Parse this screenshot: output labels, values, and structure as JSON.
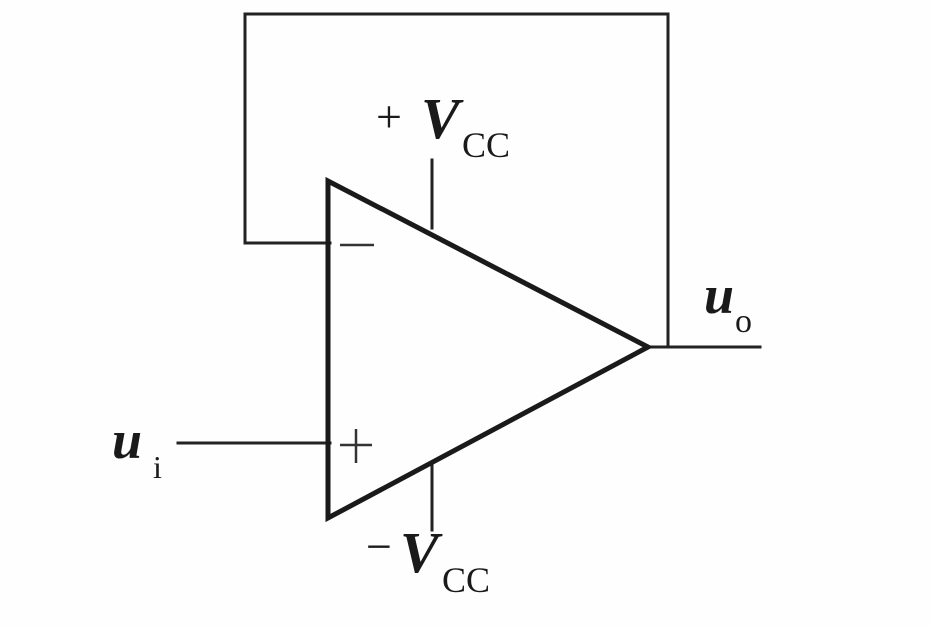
{
  "labels": {
    "vcc_pos": {
      "sign": "+",
      "symbol": "V",
      "subscript": "CC"
    },
    "vcc_neg": {
      "sign": "−",
      "symbol": "V",
      "subscript": "CC"
    },
    "input": {
      "symbol": "u",
      "subscript": "i"
    },
    "output": {
      "symbol": "u",
      "subscript": "o"
    }
  }
}
